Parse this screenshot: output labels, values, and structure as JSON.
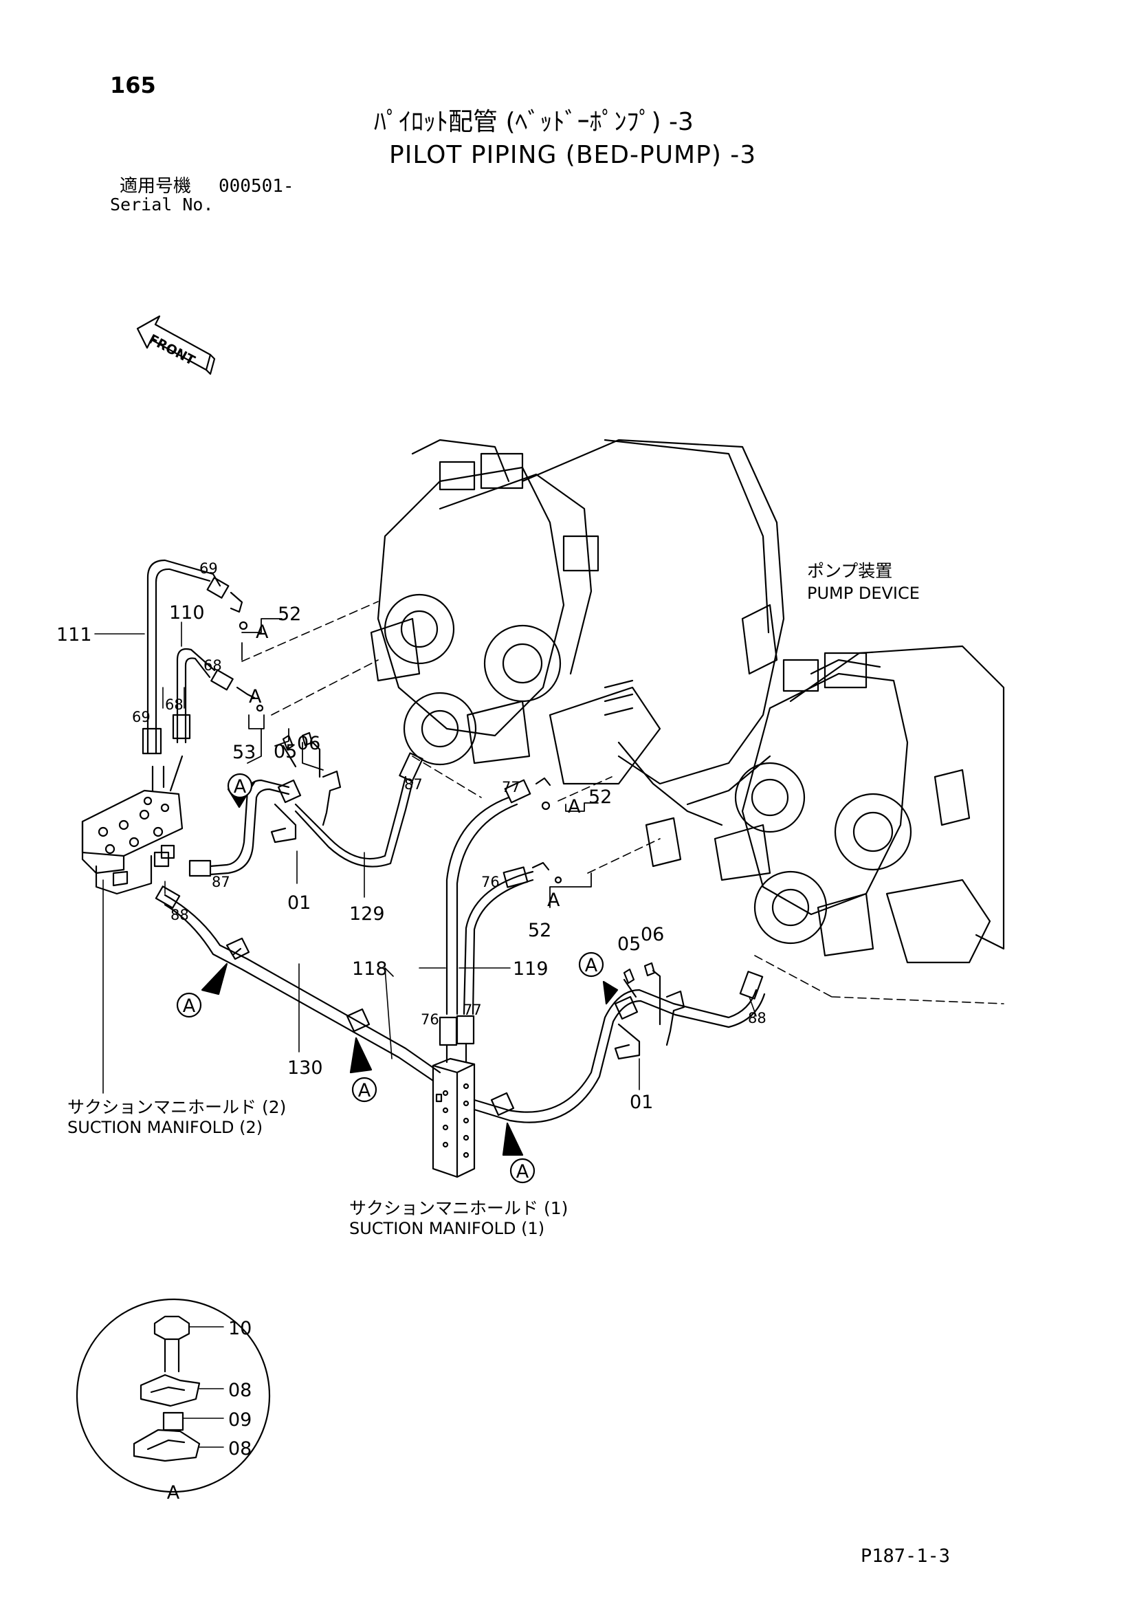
{
  "header": {
    "page_number": "165",
    "title_jp": "ﾊﾟｲﾛｯﾄ配管 (ﾍﾞｯﾄﾞｰﾎﾟﾝﾌﾟ) -3",
    "title_en": "PILOT PIPING (BED-PUMP) -3",
    "serial_label_jp": "適用号機",
    "serial_value": "000501-",
    "serial_label_en": "Serial No."
  },
  "front_marker": "FRONT",
  "components": {
    "pump_device_jp": "ポンプ装置",
    "pump_device_en": "PUMP DEVICE",
    "suction_manifold_2_jp": "サクションマニホールド (2)",
    "suction_manifold_2_en": "SUCTION MANIFOLD (2)",
    "suction_manifold_1_jp": "サクションマニホールド (1)",
    "suction_manifold_1_en": "SUCTION MANIFOLD (1)"
  },
  "callouts": {
    "p111": "111",
    "p110": "110",
    "p69a": "69",
    "p69b": "69",
    "p68a": "68",
    "p68b": "68",
    "p52a": "52",
    "p52b": "52",
    "p52c": "52",
    "p53": "53",
    "p05a": "05",
    "p06a": "06",
    "p05b": "05",
    "p06b": "06",
    "p87a": "87",
    "p87b": "87",
    "p88a": "88",
    "p88b": "88",
    "p01a": "01",
    "p01b": "01",
    "p129": "129",
    "p130": "130",
    "p77a": "77",
    "p77b": "77",
    "p76a": "76",
    "p76b": "76",
    "p118": "118",
    "p119": "119"
  },
  "clamp_marker": "A",
  "detail_a": {
    "parts": {
      "p10": "10",
      "p08a": "08",
      "p09": "09",
      "p08b": "08"
    },
    "label": "A"
  },
  "footer": {
    "page_code": "P187-1-3"
  }
}
